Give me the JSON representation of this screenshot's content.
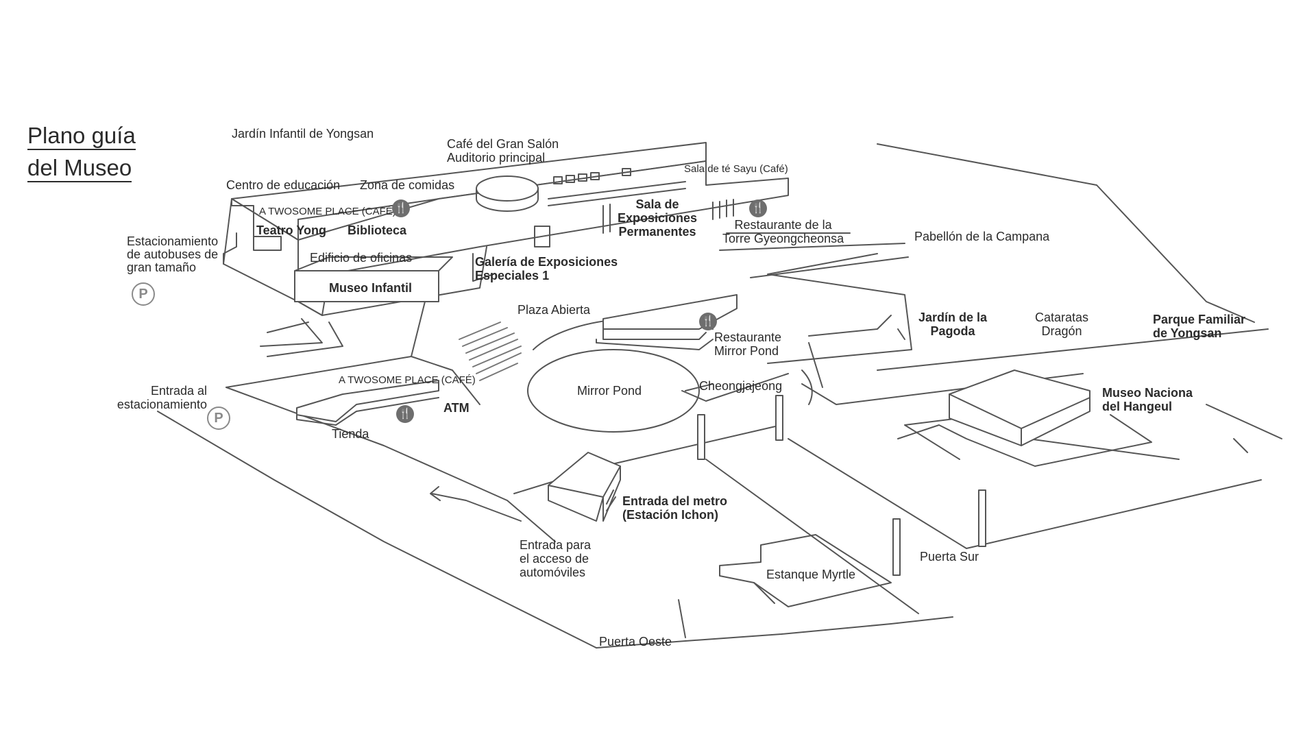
{
  "title": {
    "line1": "Plano guía",
    "line2": "del Museo"
  },
  "labels": {
    "jardin_infantil": "Jardín Infantil de Yongsan",
    "cafe_gran_salon": "Café del Gran Salón",
    "auditorio": "Auditorio principal",
    "sala_te": "Sala de té Sayu (Café)",
    "centro_educacion": "Centro de educación",
    "zona_comidas": "Zona de comidas",
    "atwosome_1": "A TWOSOME PLACE (CAFÉ)",
    "teatro_yong": "Teatro Yong",
    "biblioteca": "Biblioteca",
    "sala_exposiciones": "Sala de\nExposiciones\nPermanentes",
    "restaurante_torre": "Restaurante de la\nTorre Gyeongcheonsa",
    "estacionamiento_bus": "Estacionamiento\nde autobuses de\ngran tamaño",
    "edificio_oficinas": "Edificio de oficinas",
    "galeria_especiales": "Galería de Exposiciones\nEspeciales 1",
    "museo_infantil": "Museo Infantil",
    "pabellon_campana": "Pabellón de la Campana",
    "plaza_abierta": "Plaza Abierta",
    "restaurante_mirror": "Restaurante\nMirror Pond",
    "jardin_pagoda": "Jardín de la\nPagoda",
    "cataratas": "Cataratas\nDragón",
    "parque_familiar": "Parque Familiar\nde Yongsan",
    "entrada_estacionamiento": "Entrada al\nestacionamiento",
    "atwosome_2": "A TWOSOME PLACE (CAFÉ)",
    "mirror_pond": "Mirror Pond",
    "cheongjajeong": "Cheongjajeong",
    "museo_hangeul": "Museo Naciona\ndel Hangeul",
    "atm": "ATM",
    "tienda": "Tienda",
    "entrada_metro": "Entrada del metro\n(Estación Ichon)",
    "entrada_automoviles": "Entrada para\nel acceso de\nautomóviles",
    "puerta_sur": "Puerta Sur",
    "estanque_myrtle": "Estanque Myrtle",
    "puerta_oeste": "Puerta Oeste"
  },
  "icons": {
    "parking_symbol": "P",
    "restaurant_symbol": "🍴"
  },
  "colors": {
    "line": "#555555",
    "light_line": "#9a9a9a",
    "text": "#2b2b2b",
    "icon_bg": "#6e6e6e"
  }
}
